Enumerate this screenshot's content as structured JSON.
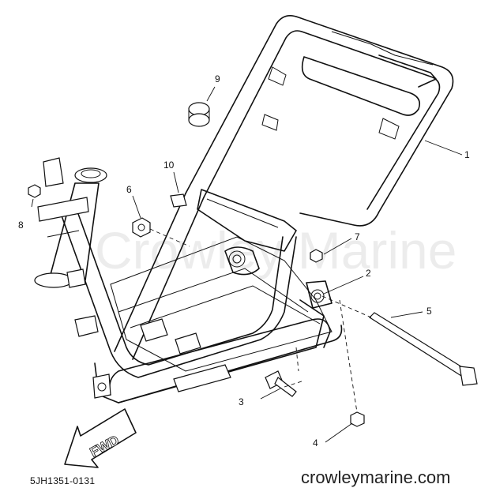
{
  "diagram": {
    "watermark": "Crowley Marine",
    "part_number": "5JH1351-0131",
    "footer_site": "crowleymarine.com",
    "fwd_label": "FWD",
    "callouts": {
      "c1": "1",
      "c2": "2",
      "c3": "3",
      "c4": "4",
      "c5": "5",
      "c6": "6",
      "c7": "7",
      "c8": "8",
      "c9": "9",
      "c10": "10"
    }
  }
}
